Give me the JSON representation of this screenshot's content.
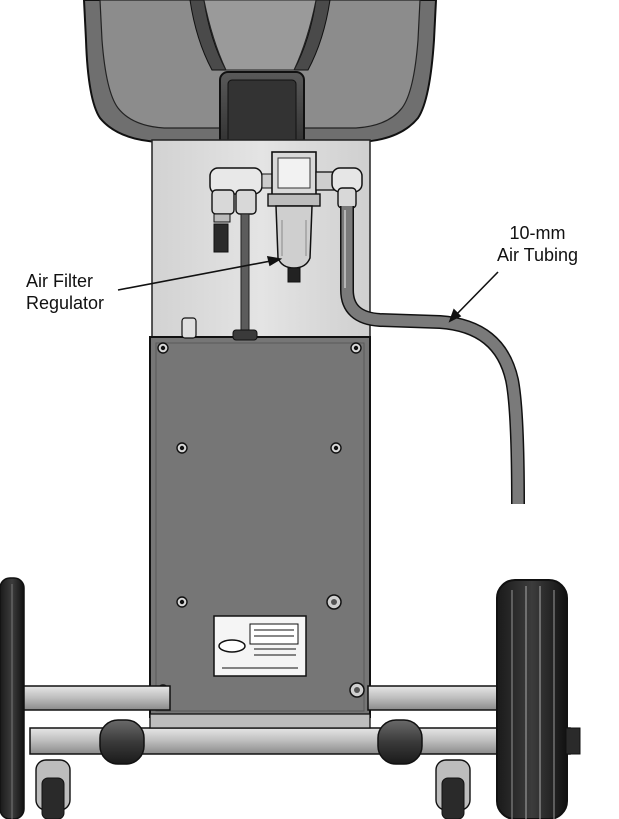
{
  "callouts": {
    "air_tubing": {
      "line1": "10-mm",
      "line2": "Air Tubing"
    },
    "filter_regulator": {
      "line1": "Air Filter",
      "line2": "Regulator"
    }
  },
  "colors": {
    "panel": "#dcdcdc",
    "cover": "#777777",
    "dark": "#2a2a2a",
    "tubing": "#7a7a7a",
    "metal": "#c4c4c4",
    "outline": "#111111"
  }
}
